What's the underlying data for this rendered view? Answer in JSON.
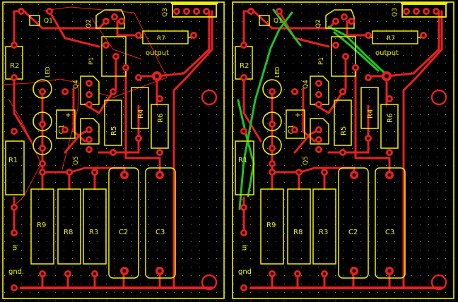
{
  "colors": {
    "background": "#000000",
    "silkscreen": "#f0f000",
    "trace_top": "#e82020",
    "trace_bottom": "#22c022",
    "grid_dot": "#7a7a7a",
    "pad_hole": "#000000"
  },
  "panels": [
    {
      "id": "left",
      "labels": {
        "q1": "Q1",
        "q2": "Q2",
        "q3": "Q3",
        "q4": "Q4",
        "q5": "Q5",
        "p1": "P1",
        "r1": "R1",
        "r2": "R2",
        "r3": "R3",
        "r4": "R4",
        "r5": "R5",
        "r6": "R6",
        "r7": "R7",
        "r8": "R8",
        "r9": "R9",
        "c1": "C1",
        "c2": "C2",
        "c3": "C3",
        "led": "LED",
        "output": "output",
        "gnd": "gnd.",
        "in": "in",
        "c1_plus": "+"
      }
    },
    {
      "id": "right",
      "labels": {
        "q1": "Q1",
        "q2": "Q2",
        "q3": "Q3",
        "q4": "Q4",
        "q5": "Q5",
        "p1": "P1",
        "r1": "R1",
        "r2": "R2",
        "r3": "R3",
        "r4": "R4",
        "r5": "R5",
        "r6": "R6",
        "r7": "R7",
        "r8": "R8",
        "r9": "R9",
        "c1": "C1",
        "c2": "C2",
        "c3": "C3",
        "led": "LED",
        "output": "output",
        "gnd": "gnd",
        "in": "in",
        "c1_plus": "+"
      }
    }
  ]
}
